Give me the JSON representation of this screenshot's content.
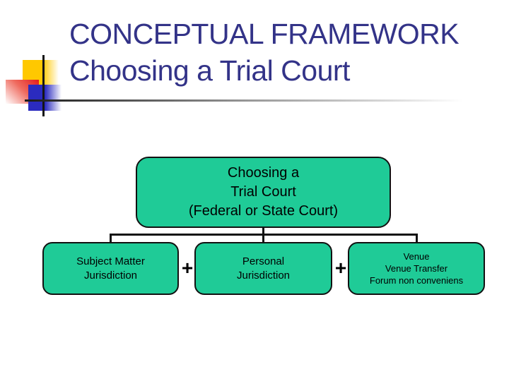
{
  "title": {
    "line1": "CONCEPTUAL FRAMEWORK",
    "line2": "Choosing a Trial Court",
    "color": "#333388"
  },
  "diagram": {
    "top_box": {
      "lines": [
        "Choosing a",
        "Trial Court",
        "(Federal or State Court)"
      ]
    },
    "child_boxes": [
      {
        "lines": [
          "Subject Matter",
          "Jurisdiction"
        ]
      },
      {
        "lines": [
          "Personal",
          "Jurisdiction"
        ]
      },
      {
        "lines": [
          "Venue",
          "Venue Transfer",
          "Forum non conveniens"
        ]
      }
    ],
    "operators": [
      "+",
      "+"
    ],
    "box_fill_color": "#1fcb97",
    "box_border_color": "#111111",
    "box_text_color": "#000000"
  }
}
